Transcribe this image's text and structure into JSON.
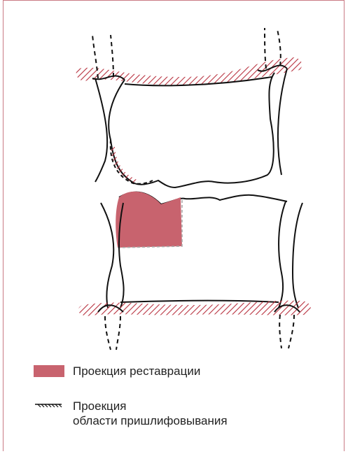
{
  "colors": {
    "restoration": "#c8636e",
    "hatch": "#b8323f",
    "frame": "#c97a84",
    "line": "#111111"
  },
  "legend": {
    "restoration_label": "Проекция реставрации",
    "grinding_label_line1": "Проекция",
    "grinding_label_line2": "области пришлифовывания"
  }
}
